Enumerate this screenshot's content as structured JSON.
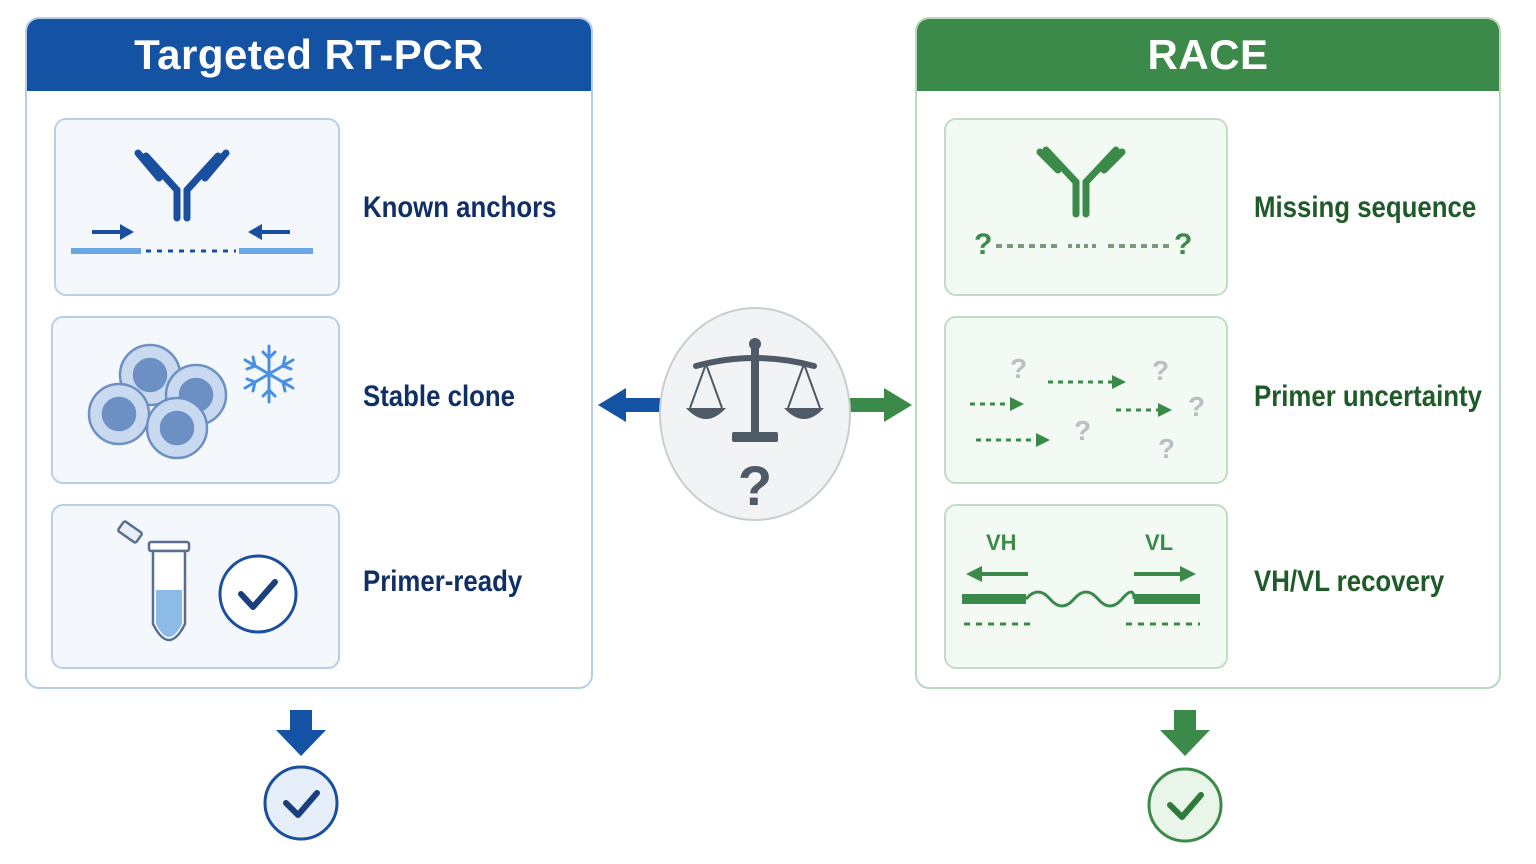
{
  "left_panel": {
    "title": "Targeted RT-PCR",
    "items": [
      {
        "label": "Known anchors",
        "icon": "antibody-primer-icon"
      },
      {
        "label": "Stable clone",
        "icon": "cells-snowflake-icon"
      },
      {
        "label": "Primer-ready",
        "icon": "tube-check-icon"
      }
    ]
  },
  "right_panel": {
    "title": "RACE",
    "items": [
      {
        "label": "Missing sequence",
        "icon": "antibody-question-icon"
      },
      {
        "label": "Primer uncertainty",
        "icon": "scattered-arrows-icon"
      },
      {
        "label": "VH/VL recovery",
        "icon": "vh-vl-arrows-icon"
      }
    ],
    "vh_label": "VH",
    "vl_label": "VL"
  },
  "center": {
    "icon": "balance-scale-question-icon"
  },
  "colors": {
    "blue": "#1452a3",
    "green": "#3c8a49",
    "dark_blue_text": "#0f2f66",
    "dark_green_text": "#1f5a29"
  }
}
